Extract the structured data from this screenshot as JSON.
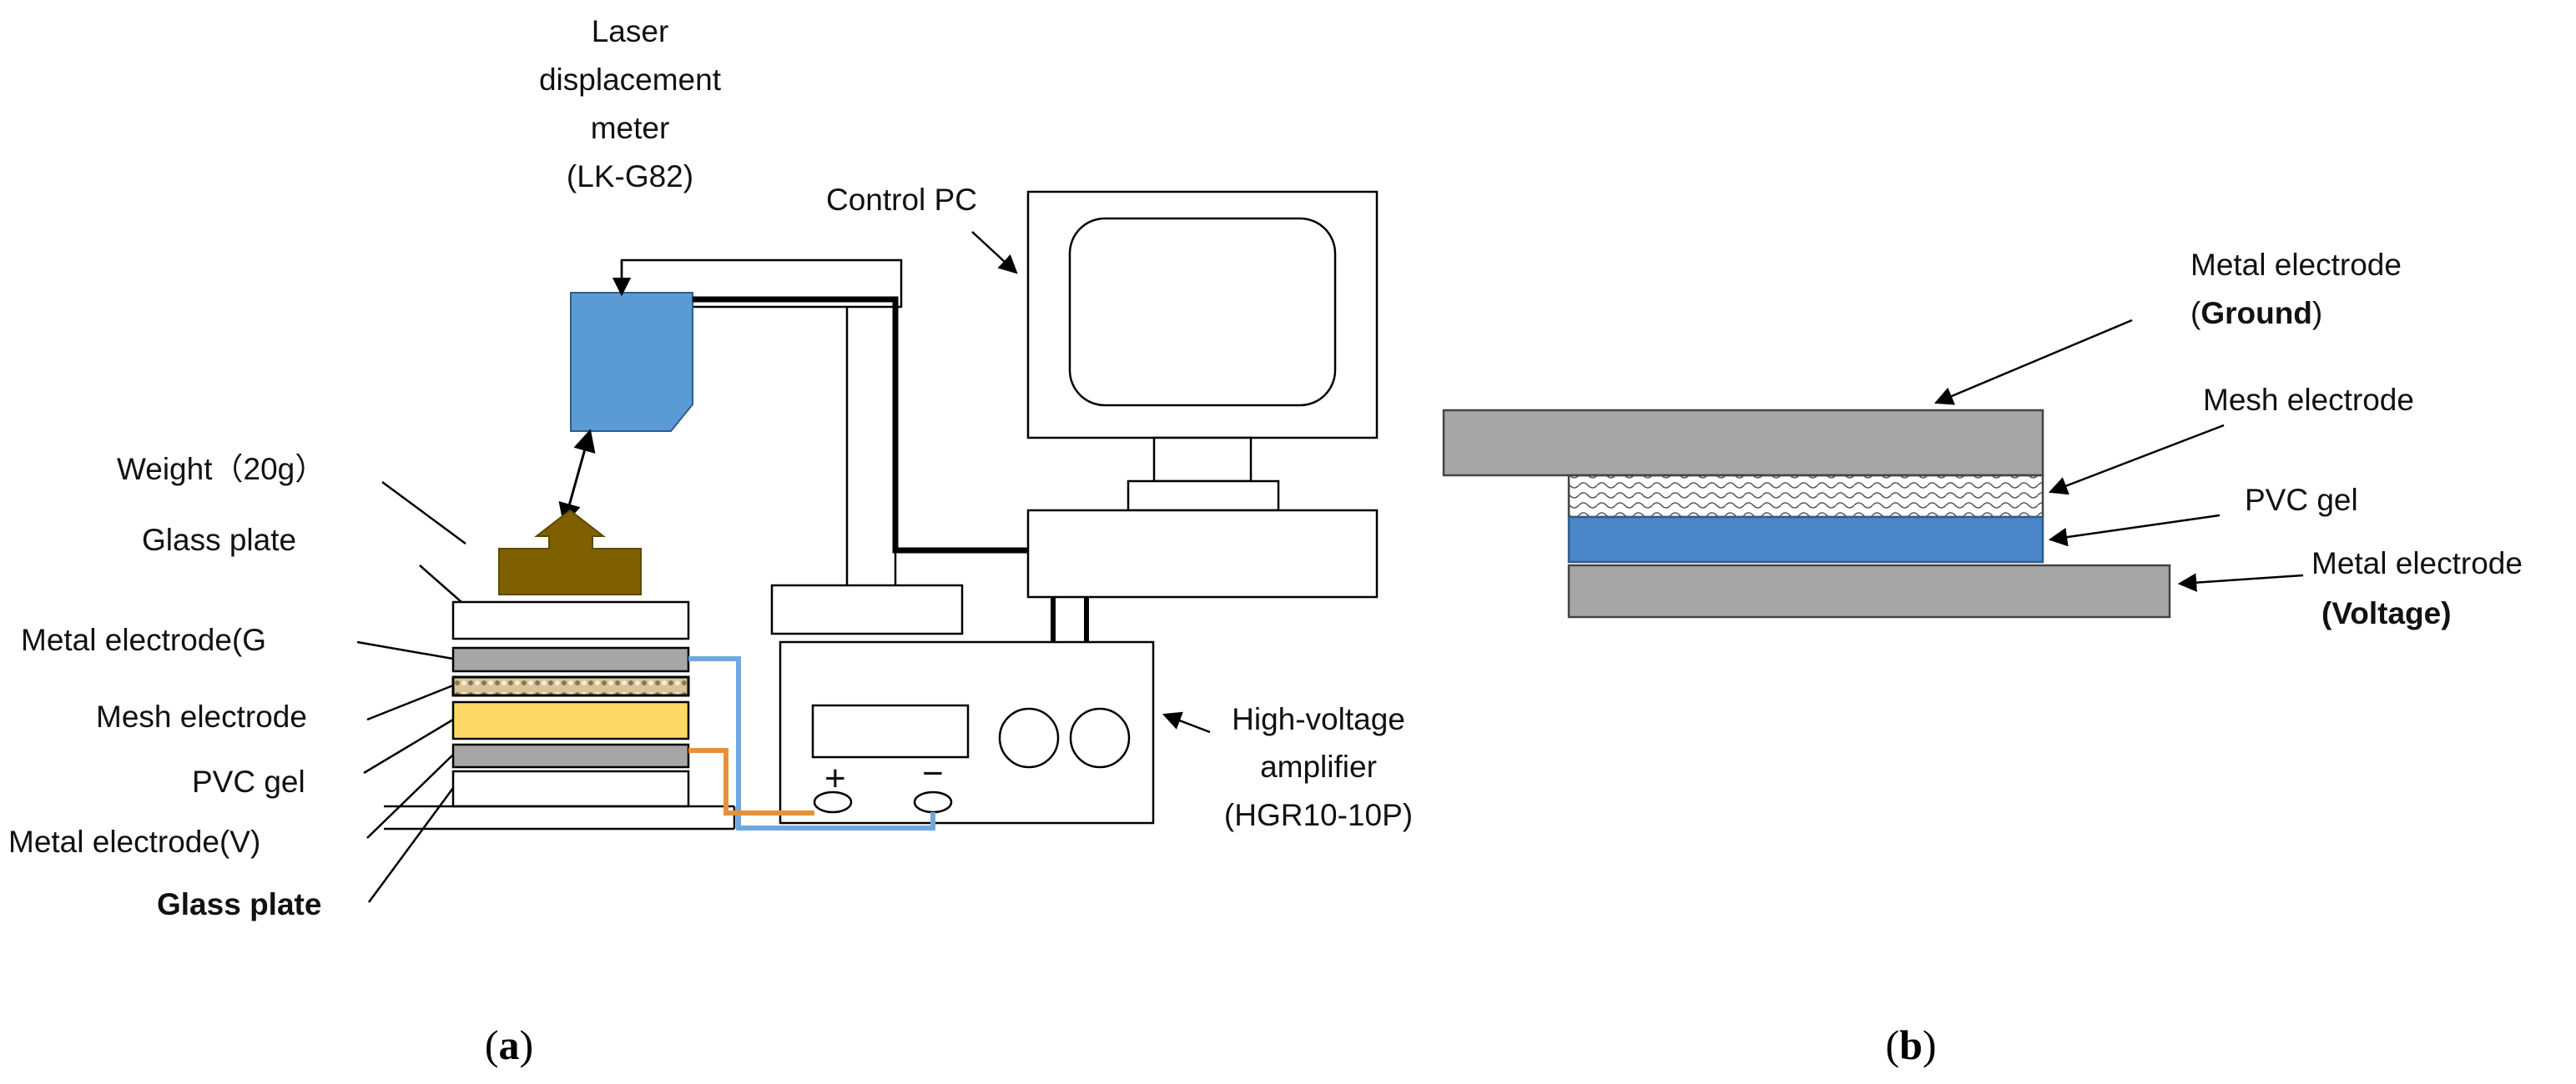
{
  "panel_a": {
    "laser": {
      "line1": "Laser",
      "line2": "displacement",
      "line3": "meter",
      "line4": "(LK-G82)"
    },
    "control_pc": "Control PC",
    "weight": "Weight（20g）",
    "glass_plate_top": "Glass plate",
    "metal_electrode_g": "Metal  electrode(G",
    "mesh_electrode": "Mesh electrode",
    "pvc_gel": "PVC gel",
    "metal_electrode_v": "Metal  electrode(V)",
    "glass_plate_bottom": "Glass plate",
    "amplifier": {
      "line1": "High-voltage",
      "line2": "amplifier",
      "line3": "(HGR10-10P)"
    },
    "plus": "+",
    "minus": "−",
    "caption_open": "(",
    "caption_letter": "a",
    "caption_close": ")"
  },
  "panel_b": {
    "metal_ground": {
      "line1": "Metal electrode",
      "open": "(",
      "bold": "Ground",
      "close": ")"
    },
    "mesh_electrode": "Mesh electrode",
    "pvc_gel": "PVC gel",
    "metal_voltage": {
      "line1": "Metal electrode",
      "line2": "(Voltage)"
    },
    "caption_open": "(",
    "caption_letter": "b",
    "caption_close": ")"
  },
  "colors": {
    "laser_sensor": "#5b9bd5",
    "weight": "#7f6000",
    "pvc_gel_a": "#ffd966",
    "pvc_gel_b": "#4a86c8",
    "metal": "#a6a6a6",
    "wire_blue": "#6fa8dc",
    "wire_orange": "#e69138"
  }
}
